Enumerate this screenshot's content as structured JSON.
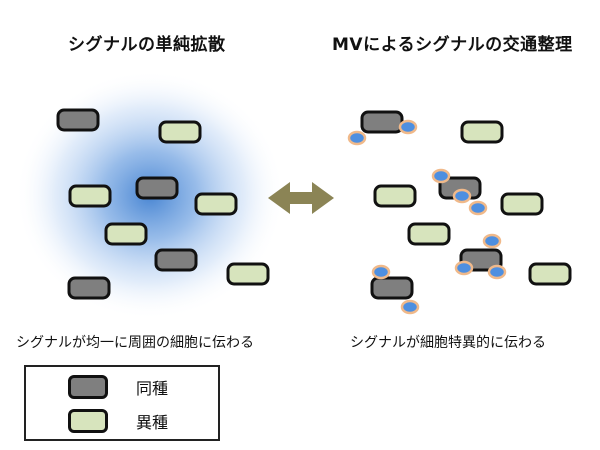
{
  "titles": {
    "left": "シグナルの単純拡散",
    "right": "MVによるシグナルの交通整理"
  },
  "captions": {
    "left": "シグナルが均一に周囲の細胞に伝わる",
    "right": "シグナルが細胞特異的に伝わる"
  },
  "legend": {
    "same_label": "同種",
    "diff_label": "異種"
  },
  "colors": {
    "same_cell": "#7f7f7f",
    "diff_cell": "#d7e4bd",
    "cell_border": "#111111",
    "signal_cloud": "#3f7fd0",
    "vesicle_fill": "#4e8fe0",
    "vesicle_ring": "#f0b98a",
    "arrow": "#8b8455"
  }
}
